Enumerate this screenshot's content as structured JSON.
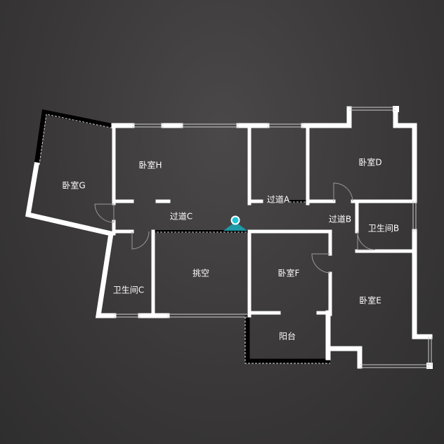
{
  "rooms": {
    "bedroom_g": "卧室G",
    "bedroom_h": "卧室H",
    "corridor_c": "过道C",
    "corridor_a": "过道A",
    "corridor_b": "过道B",
    "bedroom_d": "卧室D",
    "bathroom_b": "卫生间B",
    "void": "挑空",
    "bedroom_f": "卧室F",
    "bathroom_c": "卫生间C",
    "bedroom_e": "卧室E",
    "balcony": "阳台"
  },
  "colors": {
    "wall": "#ffffff",
    "marker": "#1fc4d6",
    "background": "#3a3838"
  }
}
